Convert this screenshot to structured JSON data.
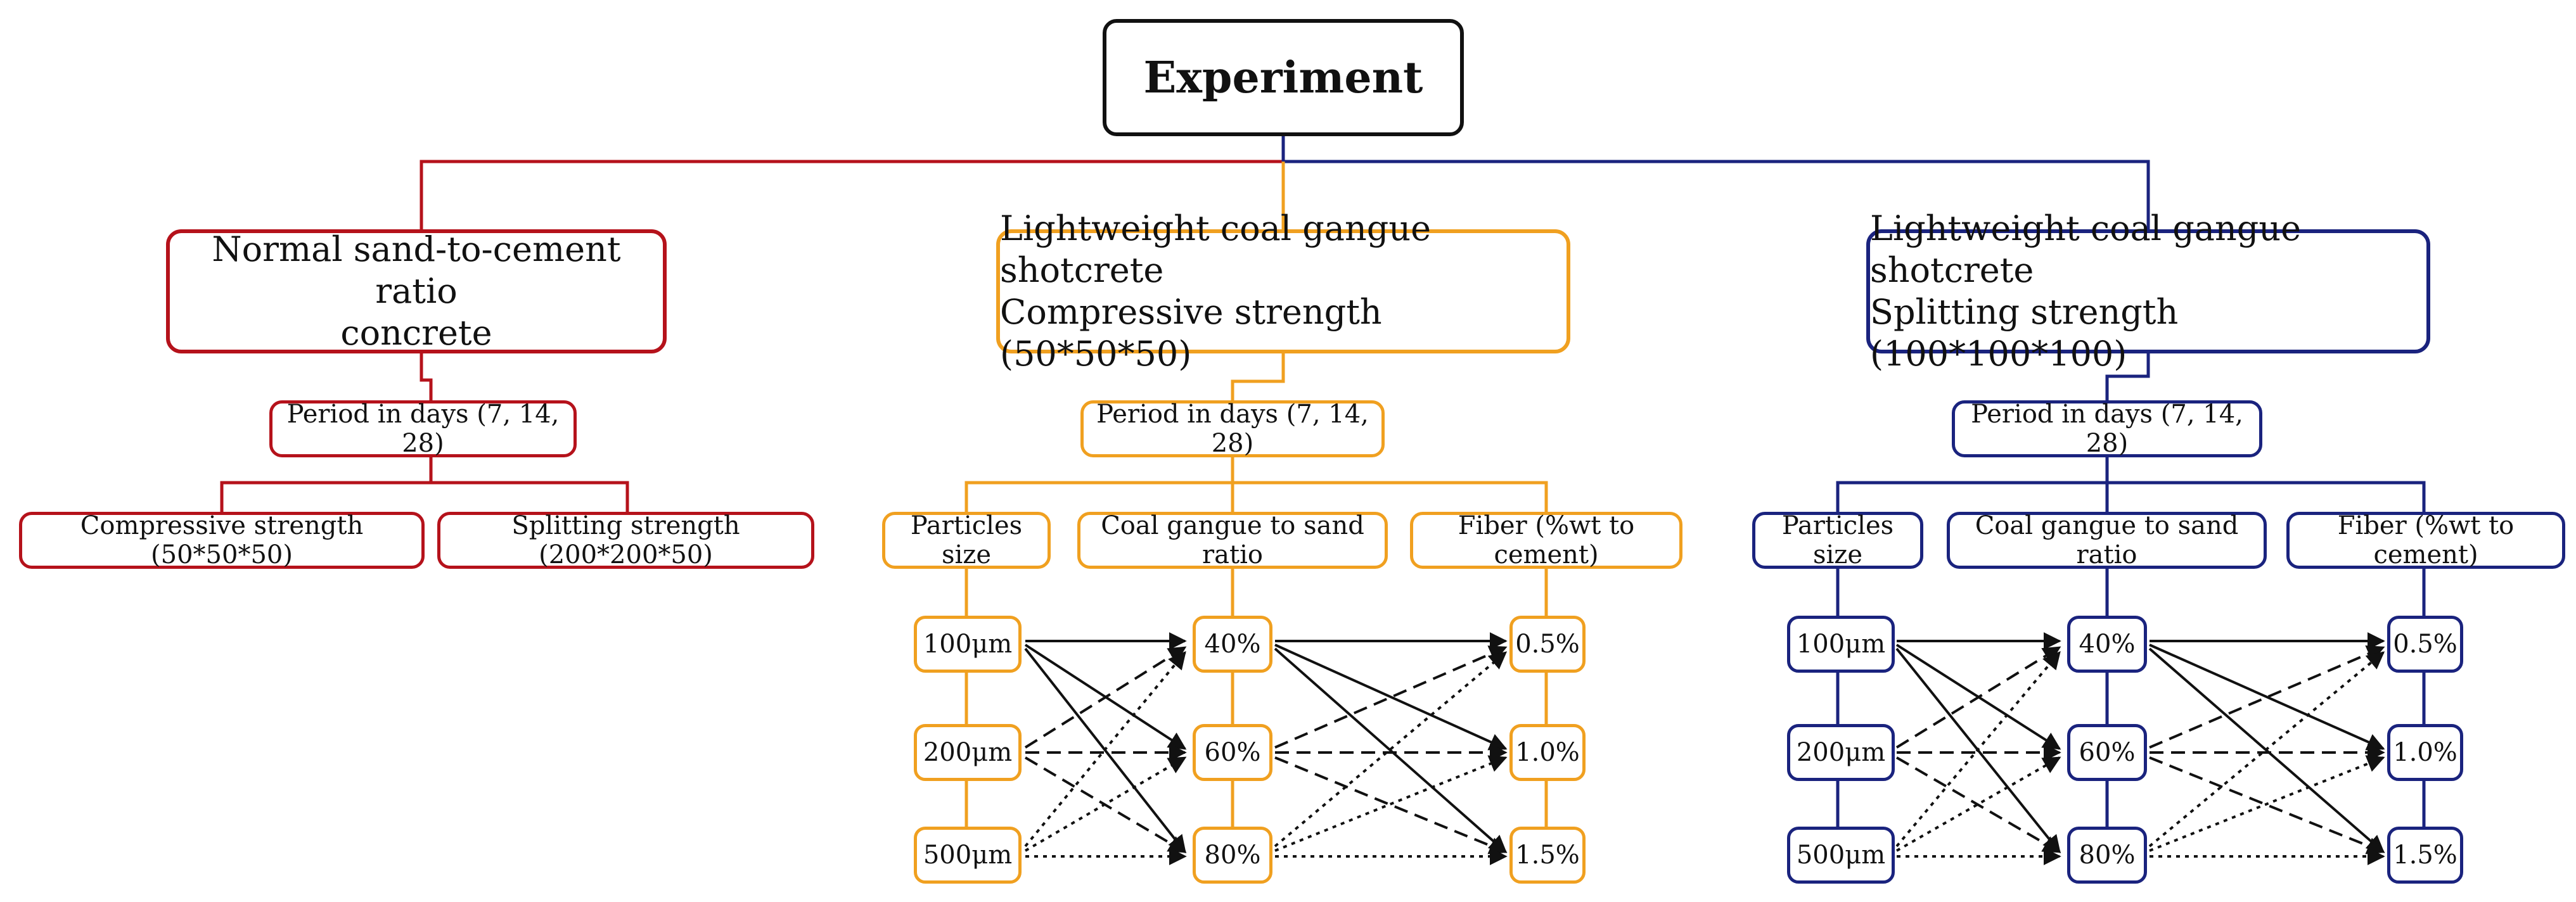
{
  "title": "Experiment",
  "left": {
    "label_line1": "Normal sand-to-cement ratio",
    "label_line2": "concrete",
    "period": "Period in days (7, 14, 28)",
    "compressive": "Compressive strength (50*50*50)",
    "splitting": "Splitting strength (200*200*50)",
    "color": "#b5121b"
  },
  "middle": {
    "label_line1": "Lightweight coal gangue shotcrete",
    "label_line2": "Compressive strength (50*50*50)",
    "period": "Period in days (7, 14, 28)",
    "factors": [
      "Particles size",
      "Coal gangue to sand ratio",
      "Fiber (%wt to cement)"
    ],
    "particles": [
      "100μm",
      "200μm",
      "500μm"
    ],
    "ratios": [
      "40%",
      "60%",
      "80%"
    ],
    "fibers": [
      "0.5%",
      "1.0%",
      "1.5%"
    ],
    "color": "#f0a020"
  },
  "right": {
    "label_line1": "Lightweight coal gangue shotcrete",
    "label_line2": "Splitting strength (100*100*100)",
    "period": "Period in days (7, 14, 28)",
    "factors": [
      "Particles size",
      "Coal gangue to sand ratio",
      "Fiber (%wt to cement)"
    ],
    "particles": [
      "100μm",
      "200μm",
      "500μm"
    ],
    "ratios": [
      "40%",
      "60%",
      "80%"
    ],
    "fibers": [
      "0.5%",
      "1.0%",
      "1.5%"
    ],
    "color": "#1a237e"
  }
}
